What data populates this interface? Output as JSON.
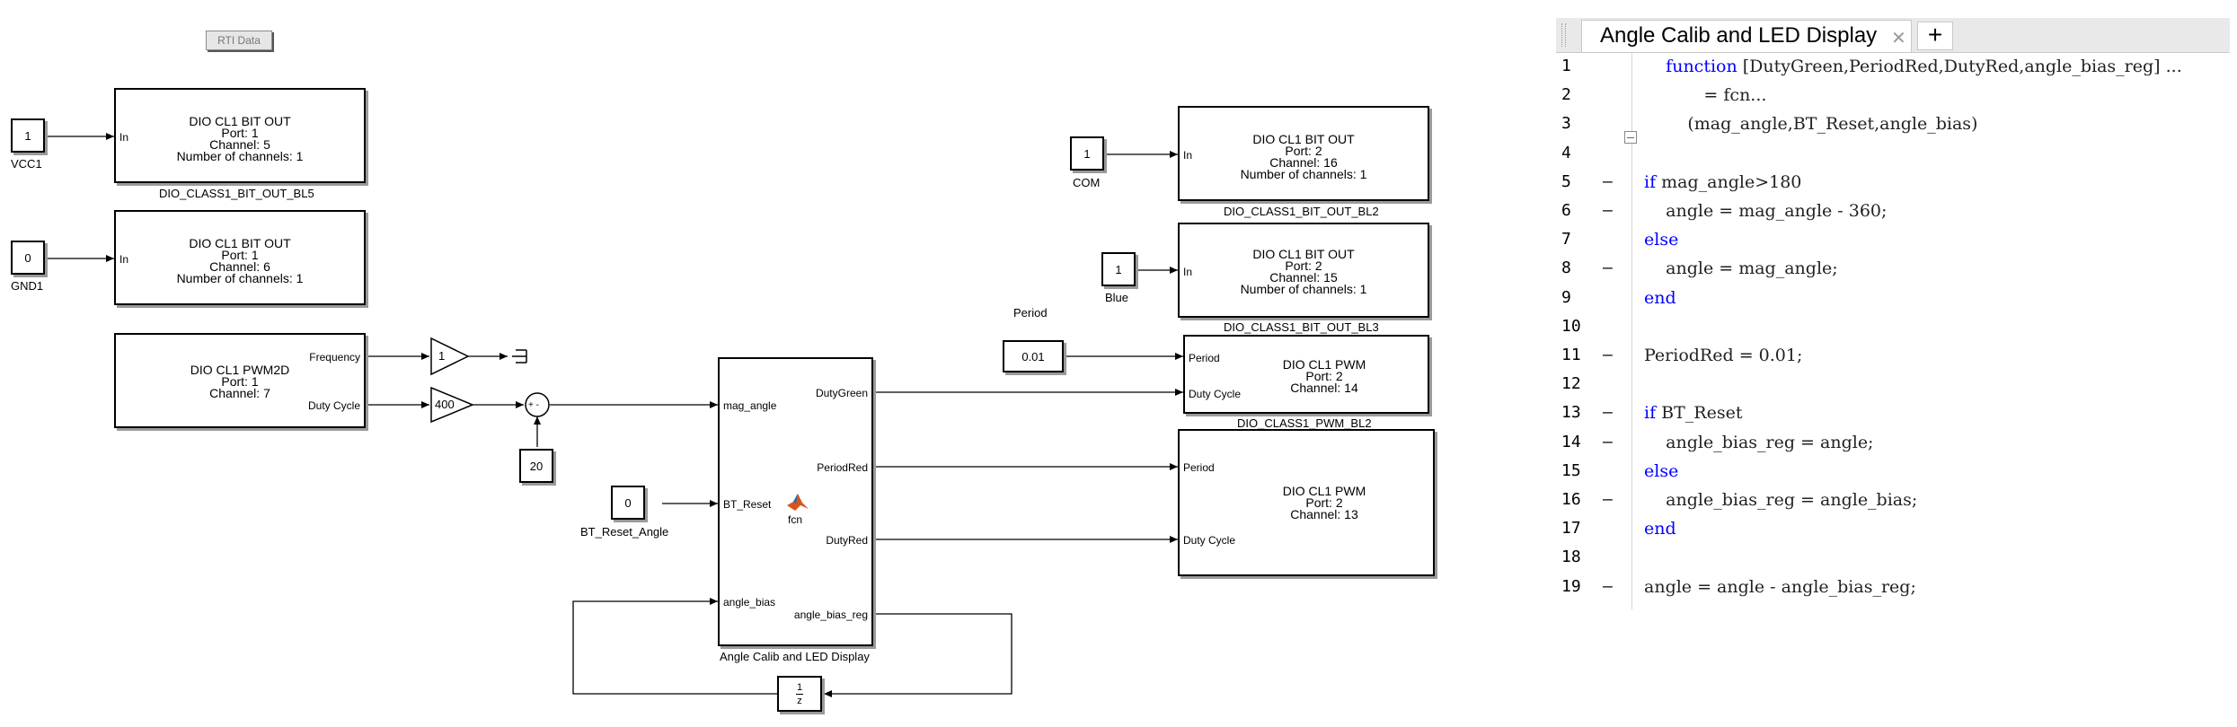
{
  "diagram": {
    "rti_data_label": "RTI Data",
    "blocks": {
      "bl5": {
        "lines": [
          "DIO CL1 BIT OUT",
          "Port: 1",
          "Channel: 5",
          "Number of channels: 1"
        ],
        "port_in": "In",
        "caption": "DIO_CLASS1_BIT_OUT_BL5"
      },
      "bl6": {
        "lines": [
          "DIO CL1 BIT OUT",
          "Port: 1",
          "Channel: 6",
          "Number of channels: 1"
        ],
        "port_in": "In"
      },
      "pwm2d": {
        "lines": [
          "DIO CL1 PWM2D",
          "Port: 1",
          "Channel: 7"
        ],
        "port_frequency": "Frequency",
        "port_duty": "Duty Cycle"
      },
      "bl2": {
        "lines": [
          "DIO CL1 BIT OUT",
          "Port: 2",
          "Channel: 16",
          "Number of channels: 1"
        ],
        "port_in": "In",
        "caption": "DIO_CLASS1_BIT_OUT_BL2"
      },
      "bl3": {
        "lines": [
          "DIO CL1 BIT OUT",
          "Port: 2",
          "Channel: 15",
          "Number of channels: 1"
        ],
        "port_in": "In",
        "caption": "DIO_CLASS1_BIT_OUT_BL3"
      },
      "pwm14": {
        "lines": [
          "DIO CL1 PWM",
          "Port: 2",
          "Channel: 14"
        ],
        "port_period": "Period",
        "port_duty": "Duty Cycle",
        "caption": "DIO_CLASS1_PWM_BL2"
      },
      "pwm13": {
        "lines": [
          "DIO CL1 PWM",
          "Port: 2",
          "Channel: 13"
        ],
        "port_period": "Period",
        "port_duty": "Duty Cycle"
      },
      "fcn": {
        "inputs": [
          "mag_angle",
          "BT_Reset",
          "angle_bias"
        ],
        "outputs": [
          "DutyGreen",
          "PeriodRed",
          "DutyRed",
          "angle_bias_reg"
        ],
        "icon_label": "fcn",
        "caption": "Angle Calib and LED Display"
      }
    },
    "constants": {
      "vcc1": {
        "value": "1",
        "label": "VCC1"
      },
      "gnd1": {
        "value": "0",
        "label": "GND1"
      },
      "com": {
        "value": "1",
        "label": "COM"
      },
      "blue": {
        "value": "1",
        "label": "Blue"
      },
      "period": {
        "value": "0.01",
        "label": "Period"
      },
      "bt_reset": {
        "value": "0",
        "label": "BT_Reset_Angle"
      },
      "twenty": {
        "value": "20"
      }
    },
    "gains": {
      "g1": "1",
      "g400": "400"
    },
    "sum_signs": "+ -",
    "unit_delay": {
      "num": "1",
      "den": "z"
    }
  },
  "editor": {
    "tab_title": "Angle Calib and LED Display",
    "tab_close": "✕",
    "tab_add": "+",
    "lines": [
      {
        "n": "1",
        "dash": "",
        "code": "    function [DutyGreen,PeriodRed,DutyRed,angle_bias_reg] ..."
      },
      {
        "n": "2",
        "dash": "",
        "code": "           = fcn..."
      },
      {
        "n": "3",
        "dash": "",
        "code": "        (mag_angle,BT_Reset,angle_bias)"
      },
      {
        "n": "4",
        "dash": "",
        "code": ""
      },
      {
        "n": "5",
        "dash": "–",
        "code": "if mag_angle>180"
      },
      {
        "n": "6",
        "dash": "–",
        "code": "    angle = mag_angle - 360;"
      },
      {
        "n": "7",
        "dash": "",
        "code": "else"
      },
      {
        "n": "8",
        "dash": "–",
        "code": "    angle = mag_angle;"
      },
      {
        "n": "9",
        "dash": "",
        "code": "end"
      },
      {
        "n": "10",
        "dash": "",
        "code": ""
      },
      {
        "n": "11",
        "dash": "–",
        "code": "PeriodRed = 0.01;"
      },
      {
        "n": "12",
        "dash": "",
        "code": ""
      },
      {
        "n": "13",
        "dash": "–",
        "code": "if BT_Reset"
      },
      {
        "n": "14",
        "dash": "–",
        "code": "    angle_bias_reg = angle;"
      },
      {
        "n": "15",
        "dash": "",
        "code": "else"
      },
      {
        "n": "16",
        "dash": "–",
        "code": "    angle_bias_reg = angle_bias;"
      },
      {
        "n": "17",
        "dash": "",
        "code": "end"
      },
      {
        "n": "18",
        "dash": "",
        "code": ""
      },
      {
        "n": "19",
        "dash": "–",
        "code": "angle = angle - angle_bias_reg;"
      }
    ],
    "keywords": [
      "function",
      "if",
      "else",
      "end"
    ]
  }
}
